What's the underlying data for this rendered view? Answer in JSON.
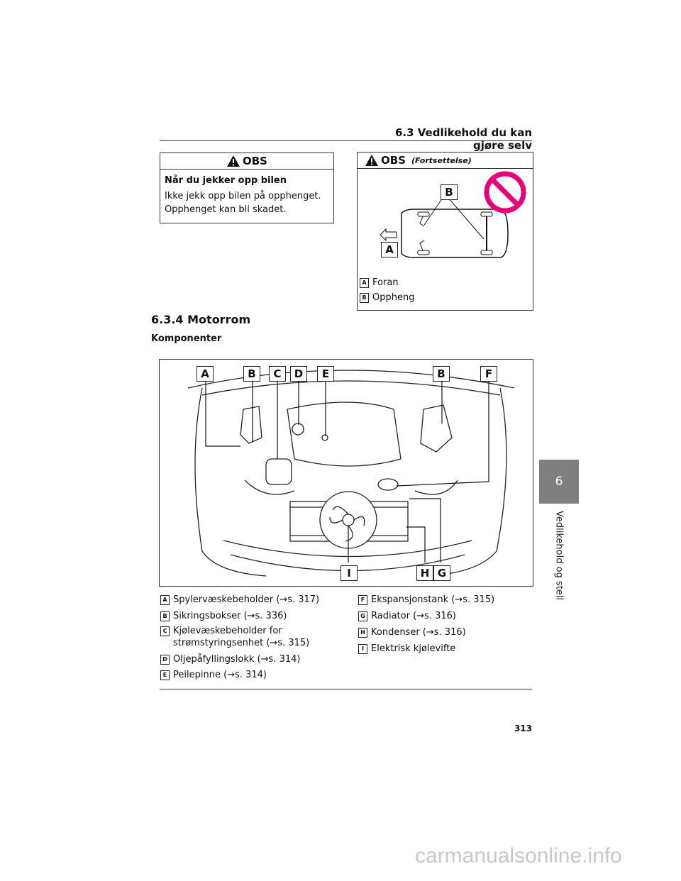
{
  "header": {
    "section": "6.3 Vedlikehold du kan gjøre selv"
  },
  "obs_left": {
    "title": "OBS",
    "subtitle": "Når du jekker opp bilen",
    "text_line1": "Ikke jekk opp bilen på opphenget.",
    "text_line2": "Opphenget kan bli skadet."
  },
  "obs_right": {
    "title": "OBS",
    "continued": "(Fortsettelse)",
    "labels": {
      "a": "A",
      "b": "B"
    },
    "legend": [
      {
        "key": "A",
        "text": "Foran"
      },
      {
        "key": "B",
        "text": "Oppheng"
      }
    ]
  },
  "section": {
    "number_title": "6.3.4 Motorrom",
    "subtitle": "Komponenter"
  },
  "engine_labels": {
    "top": [
      "A",
      "B",
      "C",
      "D",
      "E",
      "B",
      "F"
    ],
    "bottom": [
      "I",
      "H",
      "G"
    ]
  },
  "legend_left": [
    {
      "key": "A",
      "text": "Spylervæskebeholder (→s. 317)"
    },
    {
      "key": "B",
      "text": "Sikringsbokser (→s. 336)"
    },
    {
      "key": "C",
      "text": "Kjølevæskebeholder for",
      "text2": "strømstyringsenhet (→s. 315)"
    },
    {
      "key": "D",
      "text": "Oljepåfyllingslokk (→s. 314)"
    },
    {
      "key": "E",
      "text": "Peilepinne (→s. 314)"
    }
  ],
  "legend_right": [
    {
      "key": "F",
      "text": "Ekspansjonstank (→s. 315)"
    },
    {
      "key": "G",
      "text": "Radiator (→s. 316)"
    },
    {
      "key": "H",
      "text": "Kondenser (→s. 316)"
    },
    {
      "key": "I",
      "text": "Elektrisk kjølevifte"
    }
  ],
  "side_tab": {
    "number": "6",
    "text": "Vedlikehold og stell"
  },
  "page_number": "313",
  "watermark": "carmanualsonline.info",
  "colors": {
    "tab": "#7f7f7f",
    "prohibit": "#e6007e"
  }
}
